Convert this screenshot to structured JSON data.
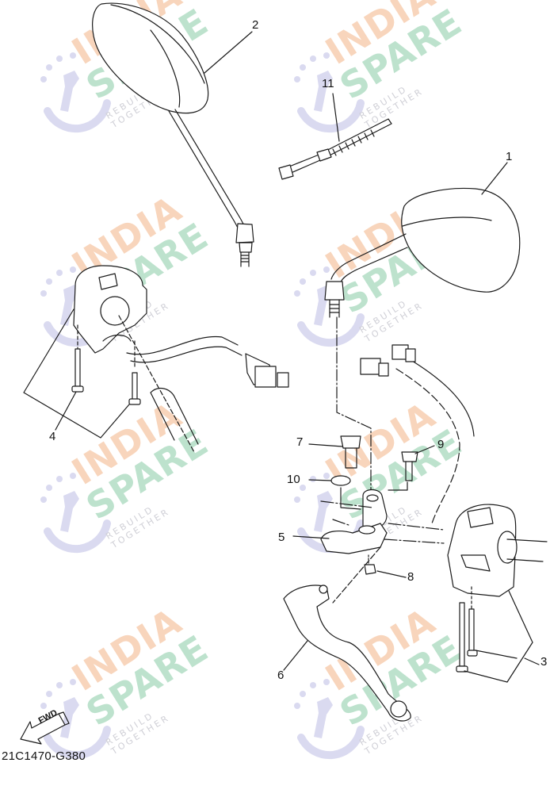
{
  "diagram": {
    "type": "exploded-parts-diagram",
    "figure_code": "21C1470-G380",
    "direction_label": "FWD",
    "line_color": "#1a1a1a",
    "background": "#ffffff"
  },
  "callouts": [
    {
      "id": "1",
      "label": "1",
      "part": "right rear-view mirror"
    },
    {
      "id": "2",
      "label": "2",
      "part": "left rear-view mirror"
    },
    {
      "id": "3",
      "label": "3",
      "part": "right handlebar switch screws"
    },
    {
      "id": "4",
      "label": "4",
      "part": "left handlebar switch screws"
    },
    {
      "id": "5",
      "label": "5",
      "part": "lever holder"
    },
    {
      "id": "6",
      "label": "6",
      "part": "brake lever"
    },
    {
      "id": "7",
      "label": "7",
      "part": "pivot bolt"
    },
    {
      "id": "8",
      "label": "8",
      "part": "nut"
    },
    {
      "id": "9",
      "label": "9",
      "part": "bolt"
    },
    {
      "id": "10",
      "label": "10",
      "part": "washer"
    },
    {
      "id": "11",
      "label": "11",
      "part": "cable tie"
    }
  ],
  "watermark": {
    "line1": "INDIA",
    "line2": "SPARE",
    "tagline": "REBUILD TOGETHER",
    "colors": {
      "india": "#f6c8a6",
      "spare": "#a8d9bd",
      "logo": "#d8d8ee",
      "tagline": "#cfcfd6"
    }
  }
}
